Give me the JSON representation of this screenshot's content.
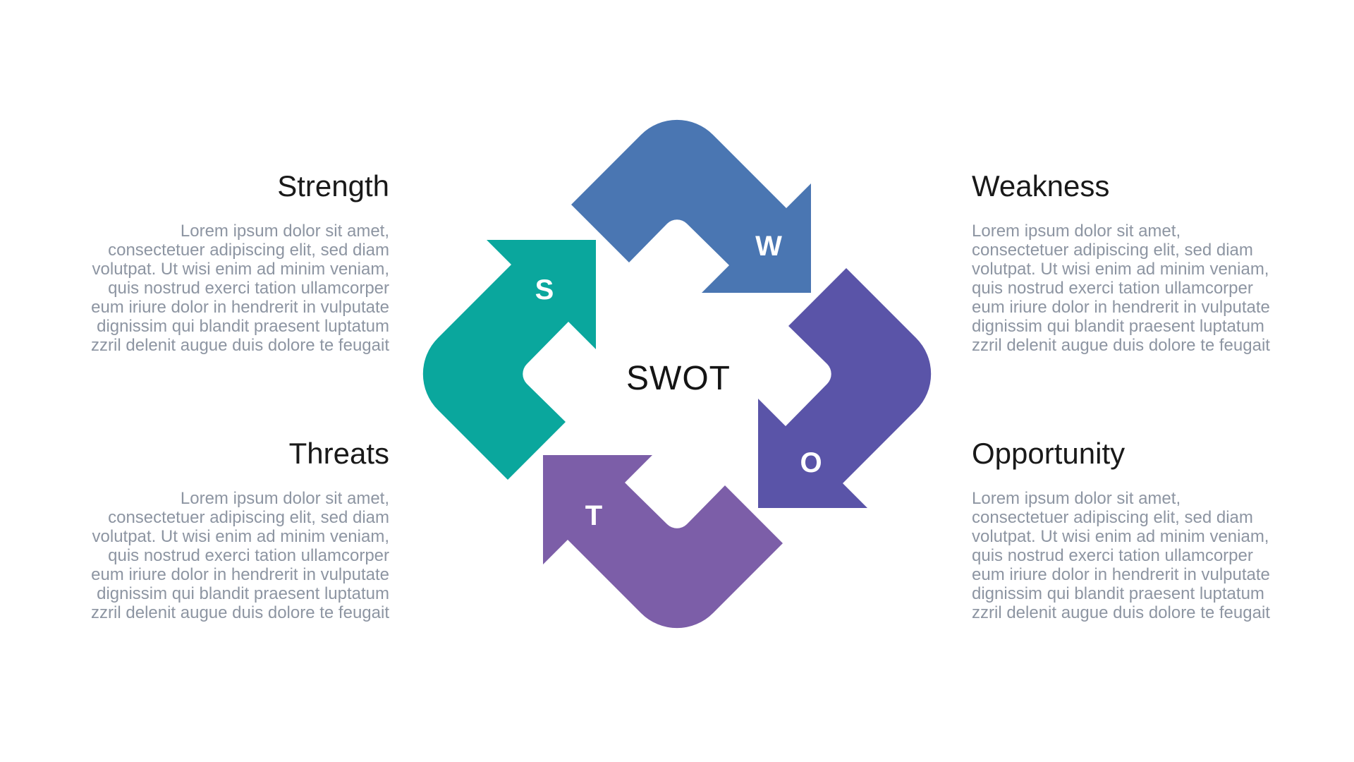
{
  "diagram": {
    "title": "SWOT",
    "arrows": [
      {
        "name": "strength",
        "letter": "S",
        "color": "#0AA79D"
      },
      {
        "name": "weakness",
        "letter": "W",
        "color": "#4A76B2"
      },
      {
        "name": "opportunity",
        "letter": "O",
        "color": "#5A54A8"
      },
      {
        "name": "threats",
        "letter": "T",
        "color": "#7C5EA8"
      }
    ]
  },
  "sections": {
    "strength": {
      "heading": "Strength",
      "body": "Lorem ipsum dolor sit amet,\nconsectetuer adipiscing elit, sed diam\nvolutpat. Ut wisi enim ad minim veniam,\nquis nostrud exerci tation ullamcorper\neum iriure dolor in hendrerit in vulputate\ndignissim qui blandit praesent luptatum\nzzril delenit augue duis dolore te feugait"
    },
    "weakness": {
      "heading": "Weakness",
      "body": "Lorem ipsum dolor sit amet,\nconsectetuer adipiscing elit, sed diam\nvolutpat. Ut wisi enim ad minim veniam,\nquis nostrud exerci tation ullamcorper\neum iriure dolor in hendrerit in vulputate\ndignissim qui blandit praesent luptatum\nzzril delenit augue duis dolore te feugait"
    },
    "threats": {
      "heading": "Threats",
      "body": "Lorem ipsum dolor sit amet,\nconsectetuer adipiscing elit, sed diam\nvolutpat. Ut wisi enim ad minim veniam,\nquis nostrud exerci tation ullamcorper\neum iriure dolor in hendrerit in vulputate\ndignissim qui blandit praesent luptatum\nzzril delenit augue duis dolore te feugait"
    },
    "opportunity": {
      "heading": "Opportunity",
      "body": "Lorem ipsum dolor sit amet,\nconsectetuer adipiscing elit, sed diam\nvolutpat. Ut wisi enim ad minim veniam,\nquis nostrud exerci tation ullamcorper\neum iriure dolor in hendrerit in vulputate\ndignissim qui blandit praesent luptatum\nzzril delenit augue duis dolore te feugait"
    }
  }
}
